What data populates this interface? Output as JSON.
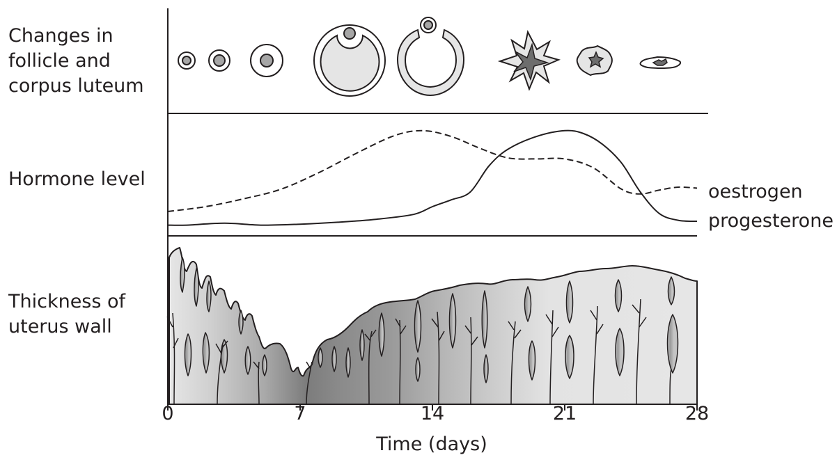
{
  "row_labels": {
    "follicle": "Changes in follicle and corpus luteum",
    "hormone": "Hormone level",
    "uterus": "Thickness of uterus wall"
  },
  "curve_labels": {
    "oestrogen": "oestrogen",
    "progesterone": "progesterone"
  },
  "x_axis": {
    "title": "Time (days)",
    "ticks": [
      "0",
      "7",
      "14",
      "21",
      "28"
    ]
  },
  "chart_data": {
    "type": "line",
    "x_range_days": [
      0,
      28
    ],
    "series": [
      {
        "name": "oestrogen",
        "style": "dashed",
        "x": [
          0,
          2,
          4,
          6,
          8,
          10,
          12,
          13.5,
          15,
          16.5,
          18,
          19.5,
          21,
          22.5,
          24,
          25,
          26,
          27,
          28
        ],
        "y": [
          0.15,
          0.2,
          0.28,
          0.38,
          0.55,
          0.75,
          0.93,
          0.98,
          0.92,
          0.8,
          0.7,
          0.69,
          0.69,
          0.6,
          0.38,
          0.33,
          0.37,
          0.4,
          0.39
        ]
      },
      {
        "name": "progesterone",
        "style": "solid",
        "x": [
          0,
          1,
          3,
          5,
          7,
          9,
          11,
          13,
          14,
          15,
          16,
          17,
          18,
          19.5,
          21,
          22,
          23,
          24,
          25,
          26,
          27,
          28
        ],
        "y": [
          0.01,
          0.01,
          0.03,
          0.01,
          0.02,
          0.04,
          0.07,
          0.12,
          0.2,
          0.27,
          0.35,
          0.62,
          0.79,
          0.92,
          0.98,
          0.95,
          0.84,
          0.65,
          0.35,
          0.13,
          0.06,
          0.05
        ]
      }
    ]
  },
  "colors": {
    "ink": "#231f20",
    "light_fill": "#e5e5e5",
    "mid_fill": "#a6a6a6",
    "dark_fill": "#6d6d6d"
  }
}
